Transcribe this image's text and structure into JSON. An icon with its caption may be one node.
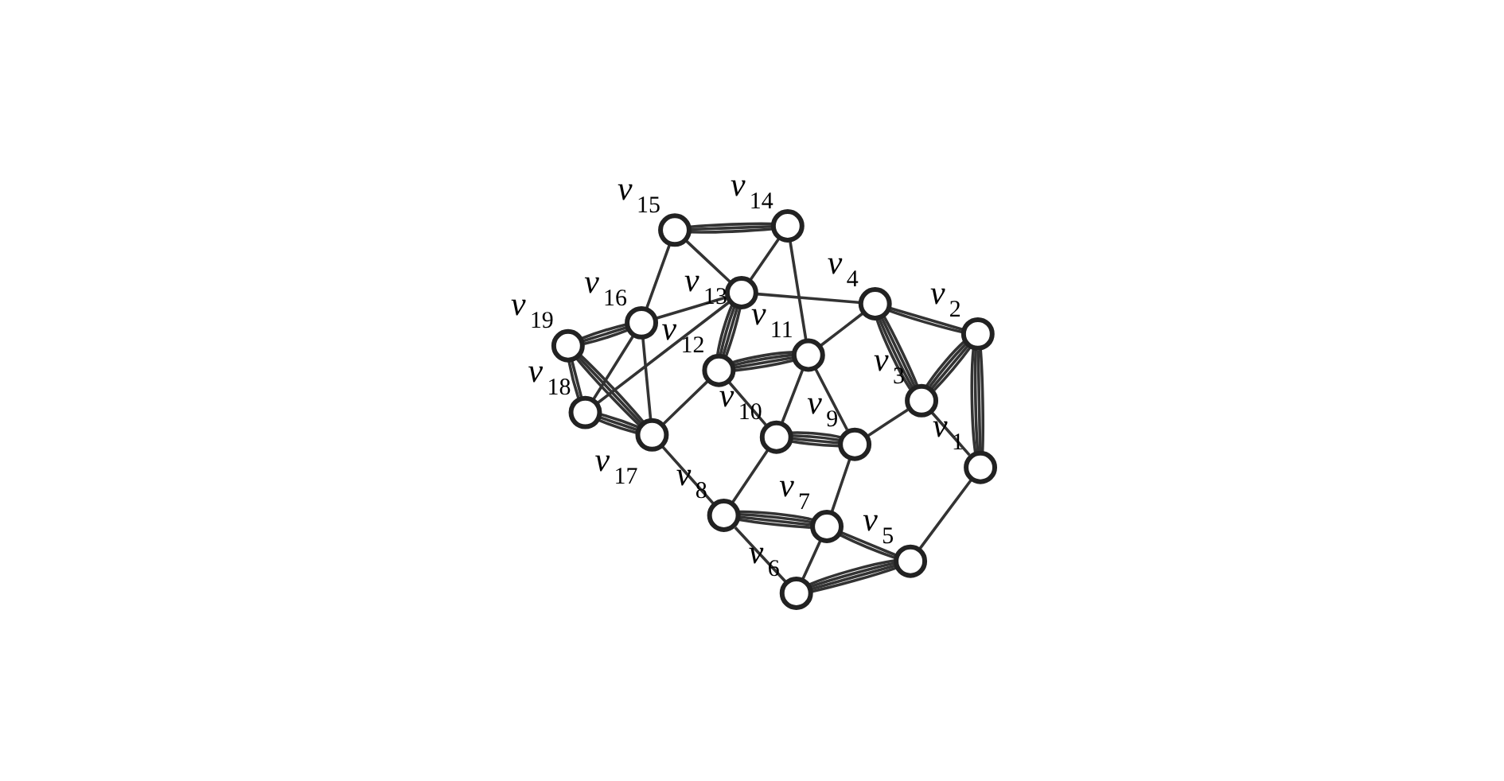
{
  "diagram": {
    "nodes": [
      {
        "text": [],
        "shape": "circle",
        "beside": [
          "v$_{15}$"
        ]
      },
      {
        "text": [],
        "shape": "circle",
        "beside": [
          "v$_{14}$"
        ]
      },
      {
        "text": [],
        "shape": "circle",
        "beside": [
          "v$_{4}$"
        ]
      },
      {
        "text": [],
        "shape": "circle",
        "beside": [
          "v$_{2}$"
        ]
      },
      {
        "text": [],
        "shape": "circle",
        "beside": [
          "v$_{16}$"
        ]
      },
      {
        "text": [],
        "shape": "circle",
        "beside": [
          "v$_{13}$"
        ]
      },
      {
        "text": [],
        "shape": "circle",
        "beside": [
          "v$_{11}$"
        ]
      },
      {
        "text": [],
        "shape": "circle",
        "beside": [
          "v$_{9}$"
        ]
      },
      {
        "text": [],
        "shape": "circle",
        "beside": [
          "v$_{3}$"
        ]
      },
      {
        "text": [],
        "shape": "circle",
        "beside": [
          "v$_{1}$"
        ]
      },
      {
        "text": [],
        "shape": "circle",
        "beside": [
          "v$_{19}$"
        ]
      },
      {
        "text": [],
        "shape": "circle",
        "beside": [
          "v$_{18}$"
        ]
      },
      {
        "text": [],
        "shape": "circle",
        "beside": [
          "v$_{12}$"
        ]
      },
      {
        "text": [],
        "shape": "circle",
        "beside": [
          "v$_{10}$"
        ]
      },
      {
        "text": [],
        "shape": "circle",
        "beside": [
          "v$_{7}$"
        ]
      },
      {
        "text": [],
        "shape": "circle",
        "beside": [
          "v$_{5}$"
        ]
      },
      {
        "text": [],
        "shape": "circle",
        "beside": [
          "v$_{17}$"
        ]
      },
      {
        "text": [],
        "shape": "circle",
        "beside": [
          "v$_{8}$"
        ]
      },
      {
        "text": [],
        "shape": "circle",
        "beside": [
          "v$_{6}$"
        ]
      }
    ],
    "edges": [
      {
        "from": 0,
        "to": 1,
        "arrow": "none"
      },
      {
        "from": 0,
        "to": 1,
        "arrow": "none"
      },
      {
        "from": 0,
        "to": 1,
        "arrow": "none"
      },
      {
        "from": 0,
        "to": 4,
        "arrow": "none"
      },
      {
        "from": 0,
        "to": 5,
        "arrow": "none"
      },
      {
        "from": 1,
        "to": 5,
        "arrow": "none"
      },
      {
        "from": 1,
        "to": 6,
        "arrow": "none"
      },
      {
        "from": 2,
        "to": 3,
        "arrow": "none"
      },
      {
        "from": 2,
        "to": 3,
        "arrow": "none"
      },
      {
        "from": 2,
        "to": 5,
        "arrow": "none"
      },
      {
        "from": 2,
        "to": 6,
        "arrow": "none"
      },
      {
        "from": 2,
        "to": 8,
        "arrow": "none"
      },
      {
        "from": 2,
        "to": 8,
        "arrow": "none"
      },
      {
        "from": 2,
        "to": 8,
        "arrow": "none"
      },
      {
        "from": 2,
        "to": 8,
        "arrow": "none"
      },
      {
        "from": 3,
        "to": 8,
        "arrow": "none"
      },
      {
        "from": 3,
        "to": 8,
        "arrow": "none"
      },
      {
        "from": 3,
        "to": 8,
        "arrow": "none"
      },
      {
        "from": 3,
        "to": 8,
        "arrow": "none"
      },
      {
        "from": 3,
        "to": 9,
        "arrow": "none"
      },
      {
        "from": 3,
        "to": 9,
        "arrow": "none"
      },
      {
        "from": 3,
        "to": 9,
        "arrow": "none"
      },
      {
        "from": 3,
        "to": 9,
        "arrow": "none"
      },
      {
        "from": 4,
        "to": 5,
        "arrow": "none"
      },
      {
        "from": 4,
        "to": 10,
        "arrow": "none"
      },
      {
        "from": 4,
        "to": 10,
        "arrow": "none"
      },
      {
        "from": 4,
        "to": 10,
        "arrow": "none"
      },
      {
        "from": 4,
        "to": 11,
        "arrow": "none"
      },
      {
        "from": 4,
        "to": 16,
        "arrow": "none"
      },
      {
        "from": 5,
        "to": 11,
        "arrow": "none"
      },
      {
        "from": 5,
        "to": 12,
        "arrow": "none"
      },
      {
        "from": 5,
        "to": 12,
        "arrow": "none"
      },
      {
        "from": 5,
        "to": 12,
        "arrow": "none"
      },
      {
        "from": 5,
        "to": 12,
        "arrow": "none"
      },
      {
        "from": 6,
        "to": 7,
        "arrow": "none"
      },
      {
        "from": 6,
        "to": 12,
        "arrow": "none"
      },
      {
        "from": 6,
        "to": 12,
        "arrow": "none"
      },
      {
        "from": 6,
        "to": 12,
        "arrow": "none"
      },
      {
        "from": 6,
        "to": 12,
        "arrow": "none"
      },
      {
        "from": 6,
        "to": 13,
        "arrow": "none"
      },
      {
        "from": 7,
        "to": 8,
        "arrow": "none"
      },
      {
        "from": 7,
        "to": 13,
        "arrow": "none"
      },
      {
        "from": 7,
        "to": 13,
        "arrow": "none"
      },
      {
        "from": 7,
        "to": 13,
        "arrow": "none"
      },
      {
        "from": 7,
        "to": 13,
        "arrow": "none"
      },
      {
        "from": 7,
        "to": 14,
        "arrow": "none"
      },
      {
        "from": 8,
        "to": 9,
        "arrow": "none"
      },
      {
        "from": 9,
        "to": 15,
        "arrow": "none"
      },
      {
        "from": 10,
        "to": 11,
        "arrow": "none"
      },
      {
        "from": 10,
        "to": 11,
        "arrow": "none"
      },
      {
        "from": 10,
        "to": 16,
        "arrow": "none"
      },
      {
        "from": 10,
        "to": 16,
        "arrow": "none"
      },
      {
        "from": 10,
        "to": 16,
        "arrow": "none"
      },
      {
        "from": 11,
        "to": 16,
        "arrow": "none"
      },
      {
        "from": 11,
        "to": 16,
        "arrow": "none"
      },
      {
        "from": 11,
        "to": 16,
        "arrow": "none"
      },
      {
        "from": 12,
        "to": 13,
        "arrow": "none"
      },
      {
        "from": 12,
        "to": 16,
        "arrow": "none"
      },
      {
        "from": 13,
        "to": 17,
        "arrow": "none"
      },
      {
        "from": 14,
        "to": 15,
        "arrow": "none"
      },
      {
        "from": 14,
        "to": 15,
        "arrow": "none"
      },
      {
        "from": 14,
        "to": 17,
        "arrow": "none"
      },
      {
        "from": 14,
        "to": 17,
        "arrow": "none"
      },
      {
        "from": 14,
        "to": 17,
        "arrow": "none"
      },
      {
        "from": 14,
        "to": 17,
        "arrow": "none"
      },
      {
        "from": 14,
        "to": 18,
        "arrow": "none"
      },
      {
        "from": 15,
        "to": 18,
        "arrow": "none"
      },
      {
        "from": 15,
        "to": 18,
        "arrow": "none"
      },
      {
        "from": 15,
        "to": 18,
        "arrow": "none"
      },
      {
        "from": 15,
        "to": 18,
        "arrow": "none"
      },
      {
        "from": 16,
        "to": 17,
        "arrow": "none"
      },
      {
        "from": 17,
        "to": 18,
        "arrow": "none"
      }
    ]
  }
}
